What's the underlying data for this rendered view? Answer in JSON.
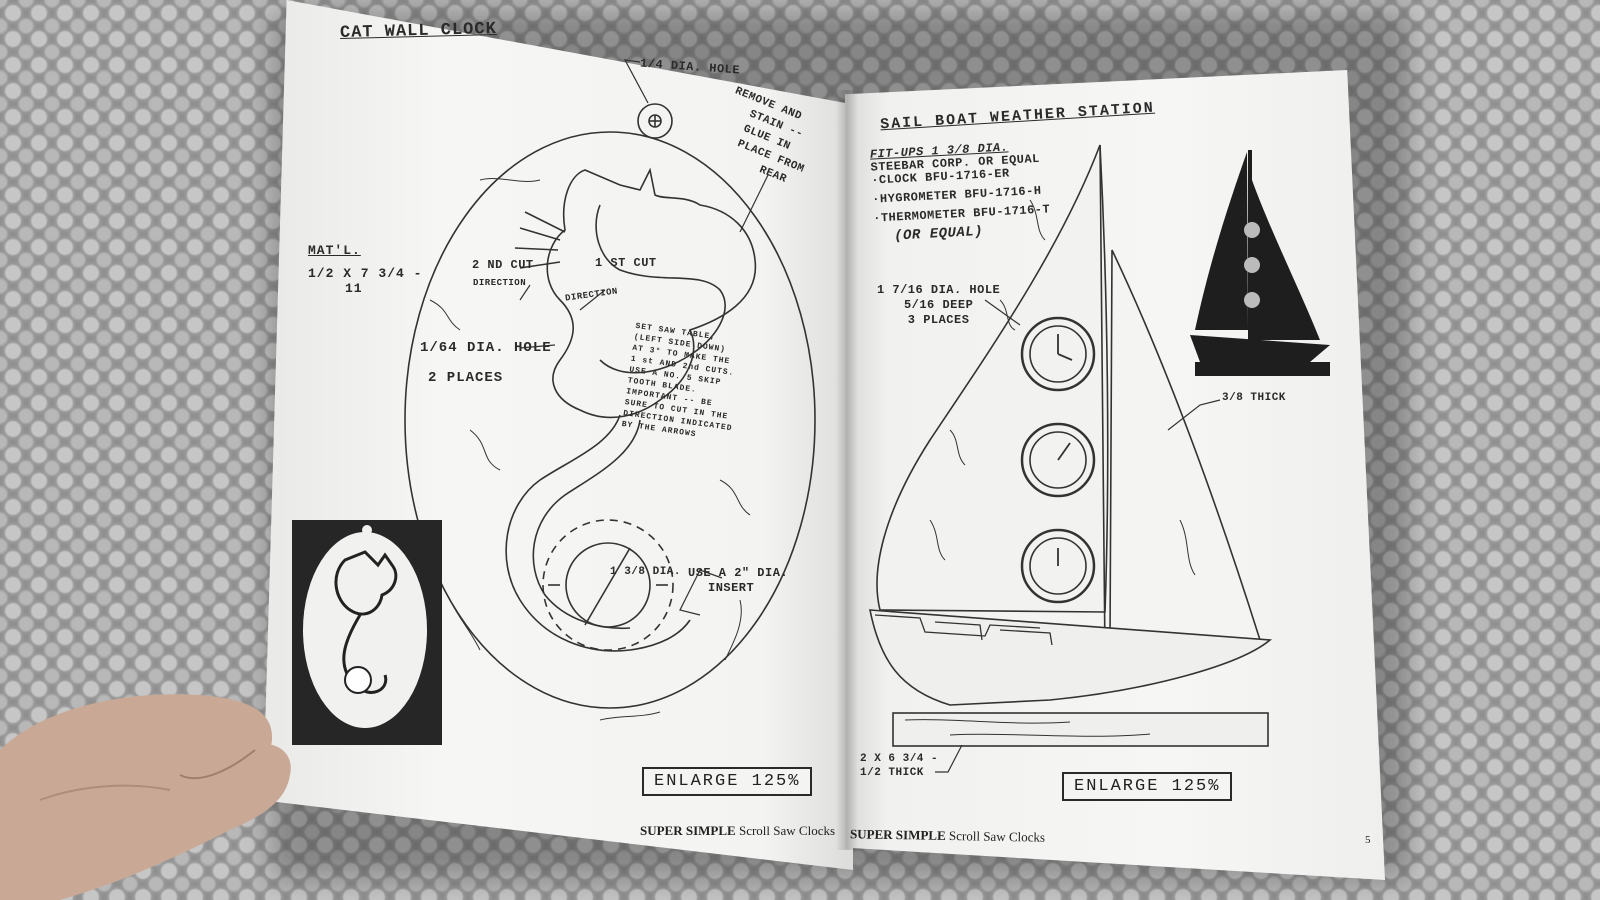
{
  "left_page": {
    "title": "CAT WALL CLOCK",
    "hole_label": "1/4 DIA. HOLE",
    "remove_note": [
      "REMOVE AND",
      "STAIN --",
      "GLUE IN",
      "PLACE FROM",
      "REAR"
    ],
    "material_heading": "MAT'L.",
    "material_value": "1/2 X 7 3/4 -",
    "material_value2": "11",
    "second_cut": "2 ND CUT",
    "direction_1": "DIRECTION",
    "first_cut": "1 ST CUT",
    "direction_2": "DIRECTION",
    "small_hole": "1/64 DIA. HOLE",
    "small_hole_places": "2 PLACES",
    "saw_note": [
      "SET SAW TABLE,",
      "(LEFT SIDE DOWN)",
      "AT 3° TO MAKE THE",
      "1 st AND 2nd CUTS.",
      "USE A NO. 5 SKIP",
      "TOOTH BLADE.",
      "IMPORTANT -- BE",
      "SURE TO CUT IN THE",
      "DIRECTION INDICATED",
      "BY THE ARROWS"
    ],
    "clock_dia": "1 3/8 DIA.",
    "insert_note": [
      "USE A 2\" DIA.",
      "INSERT"
    ],
    "enlarge": "ENLARGE 125%",
    "footer_bold": "SUPER SIMPLE",
    "footer_rest": "Scroll Saw Clocks"
  },
  "right_page": {
    "title": "SAIL BOAT WEATHER STATION",
    "fitups": [
      "FIT-UPS 1 3/8 DIA.",
      "STEEBAR CORP. OR EQUAL",
      "·CLOCK BFU-1716-ER",
      "·HYGROMETER BFU-1716-H",
      "·THERMOMETER BFU-1716-T",
      "(OR EQUAL)"
    ],
    "holes": [
      "1 7/16 DIA. HOLE",
      "5/16 DEEP",
      "3 PLACES"
    ],
    "thick": "3/8 THICK",
    "base": [
      "2 X 6 3/4 -",
      "1/2 THICK"
    ],
    "enlarge": "ENLARGE 125%",
    "footer_bold": "SUPER SIMPLE",
    "footer_rest": "Scroll Saw Clocks",
    "page_number": "5"
  },
  "colors": {
    "ink": "#2a2a2a",
    "paper": "#f4f4f2",
    "carpet": "#9a9a9a",
    "silhouette": "#1e1e1e"
  }
}
